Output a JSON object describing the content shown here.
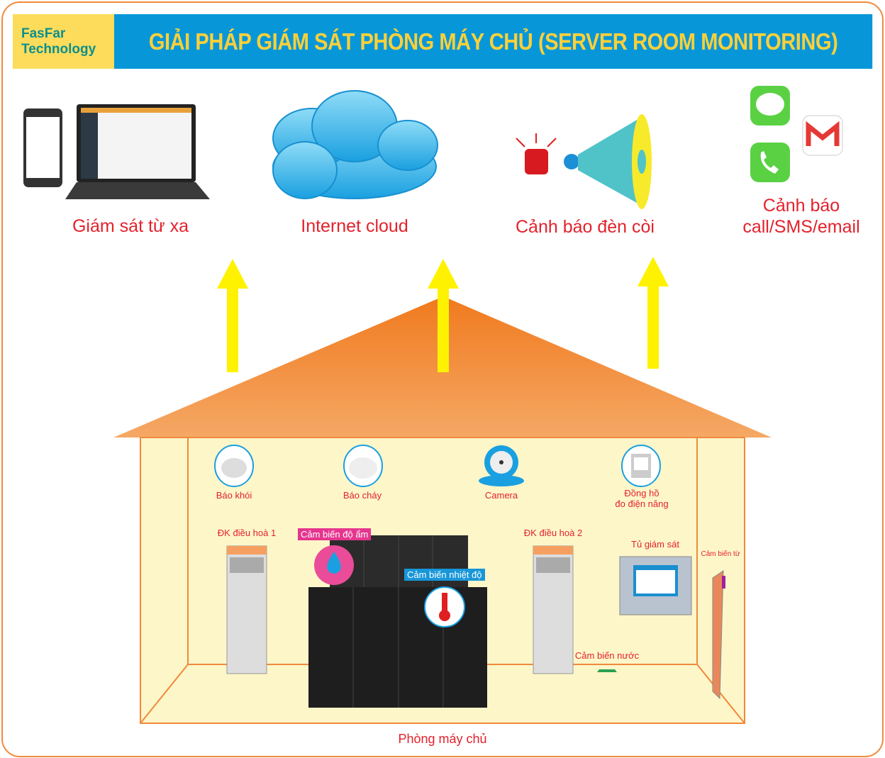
{
  "header": {
    "logo_line1": "FasFar",
    "logo_line2": "Technology",
    "title": "GIẢI PHÁP GIÁM SÁT PHÒNG MÁY CHỦ (SERVER ROOM MONITORING)"
  },
  "top": {
    "remote": "Giám sát từ xa",
    "cloud": "Internet cloud",
    "siren": "Cảnh báo đèn còi",
    "alert_line1": "Cảnh báo",
    "alert_line2": "call/SMS/email"
  },
  "room": {
    "smoke": "Báo khói",
    "fire": "Báo cháy",
    "camera": "Camera",
    "meter_line1": "Đồng hồ",
    "meter_line2": "đo điện năng",
    "ac1": "ĐK điều hoà 1",
    "ac2": "ĐK điều hoà 2",
    "humidity": "Cảm biến độ ẩm",
    "temperature": "Cảm biến nhiệt độ",
    "cabinet": "Tủ giám sát",
    "door": "Cảm biến từ",
    "water": "Cảm biến nước",
    "room_name": "Phòng máy chủ"
  },
  "colors": {
    "accent": "#0797d9",
    "label": "#e3222c",
    "roof": "#f28a33",
    "arrow": "#fff200",
    "wall": "#fdf6c9"
  }
}
